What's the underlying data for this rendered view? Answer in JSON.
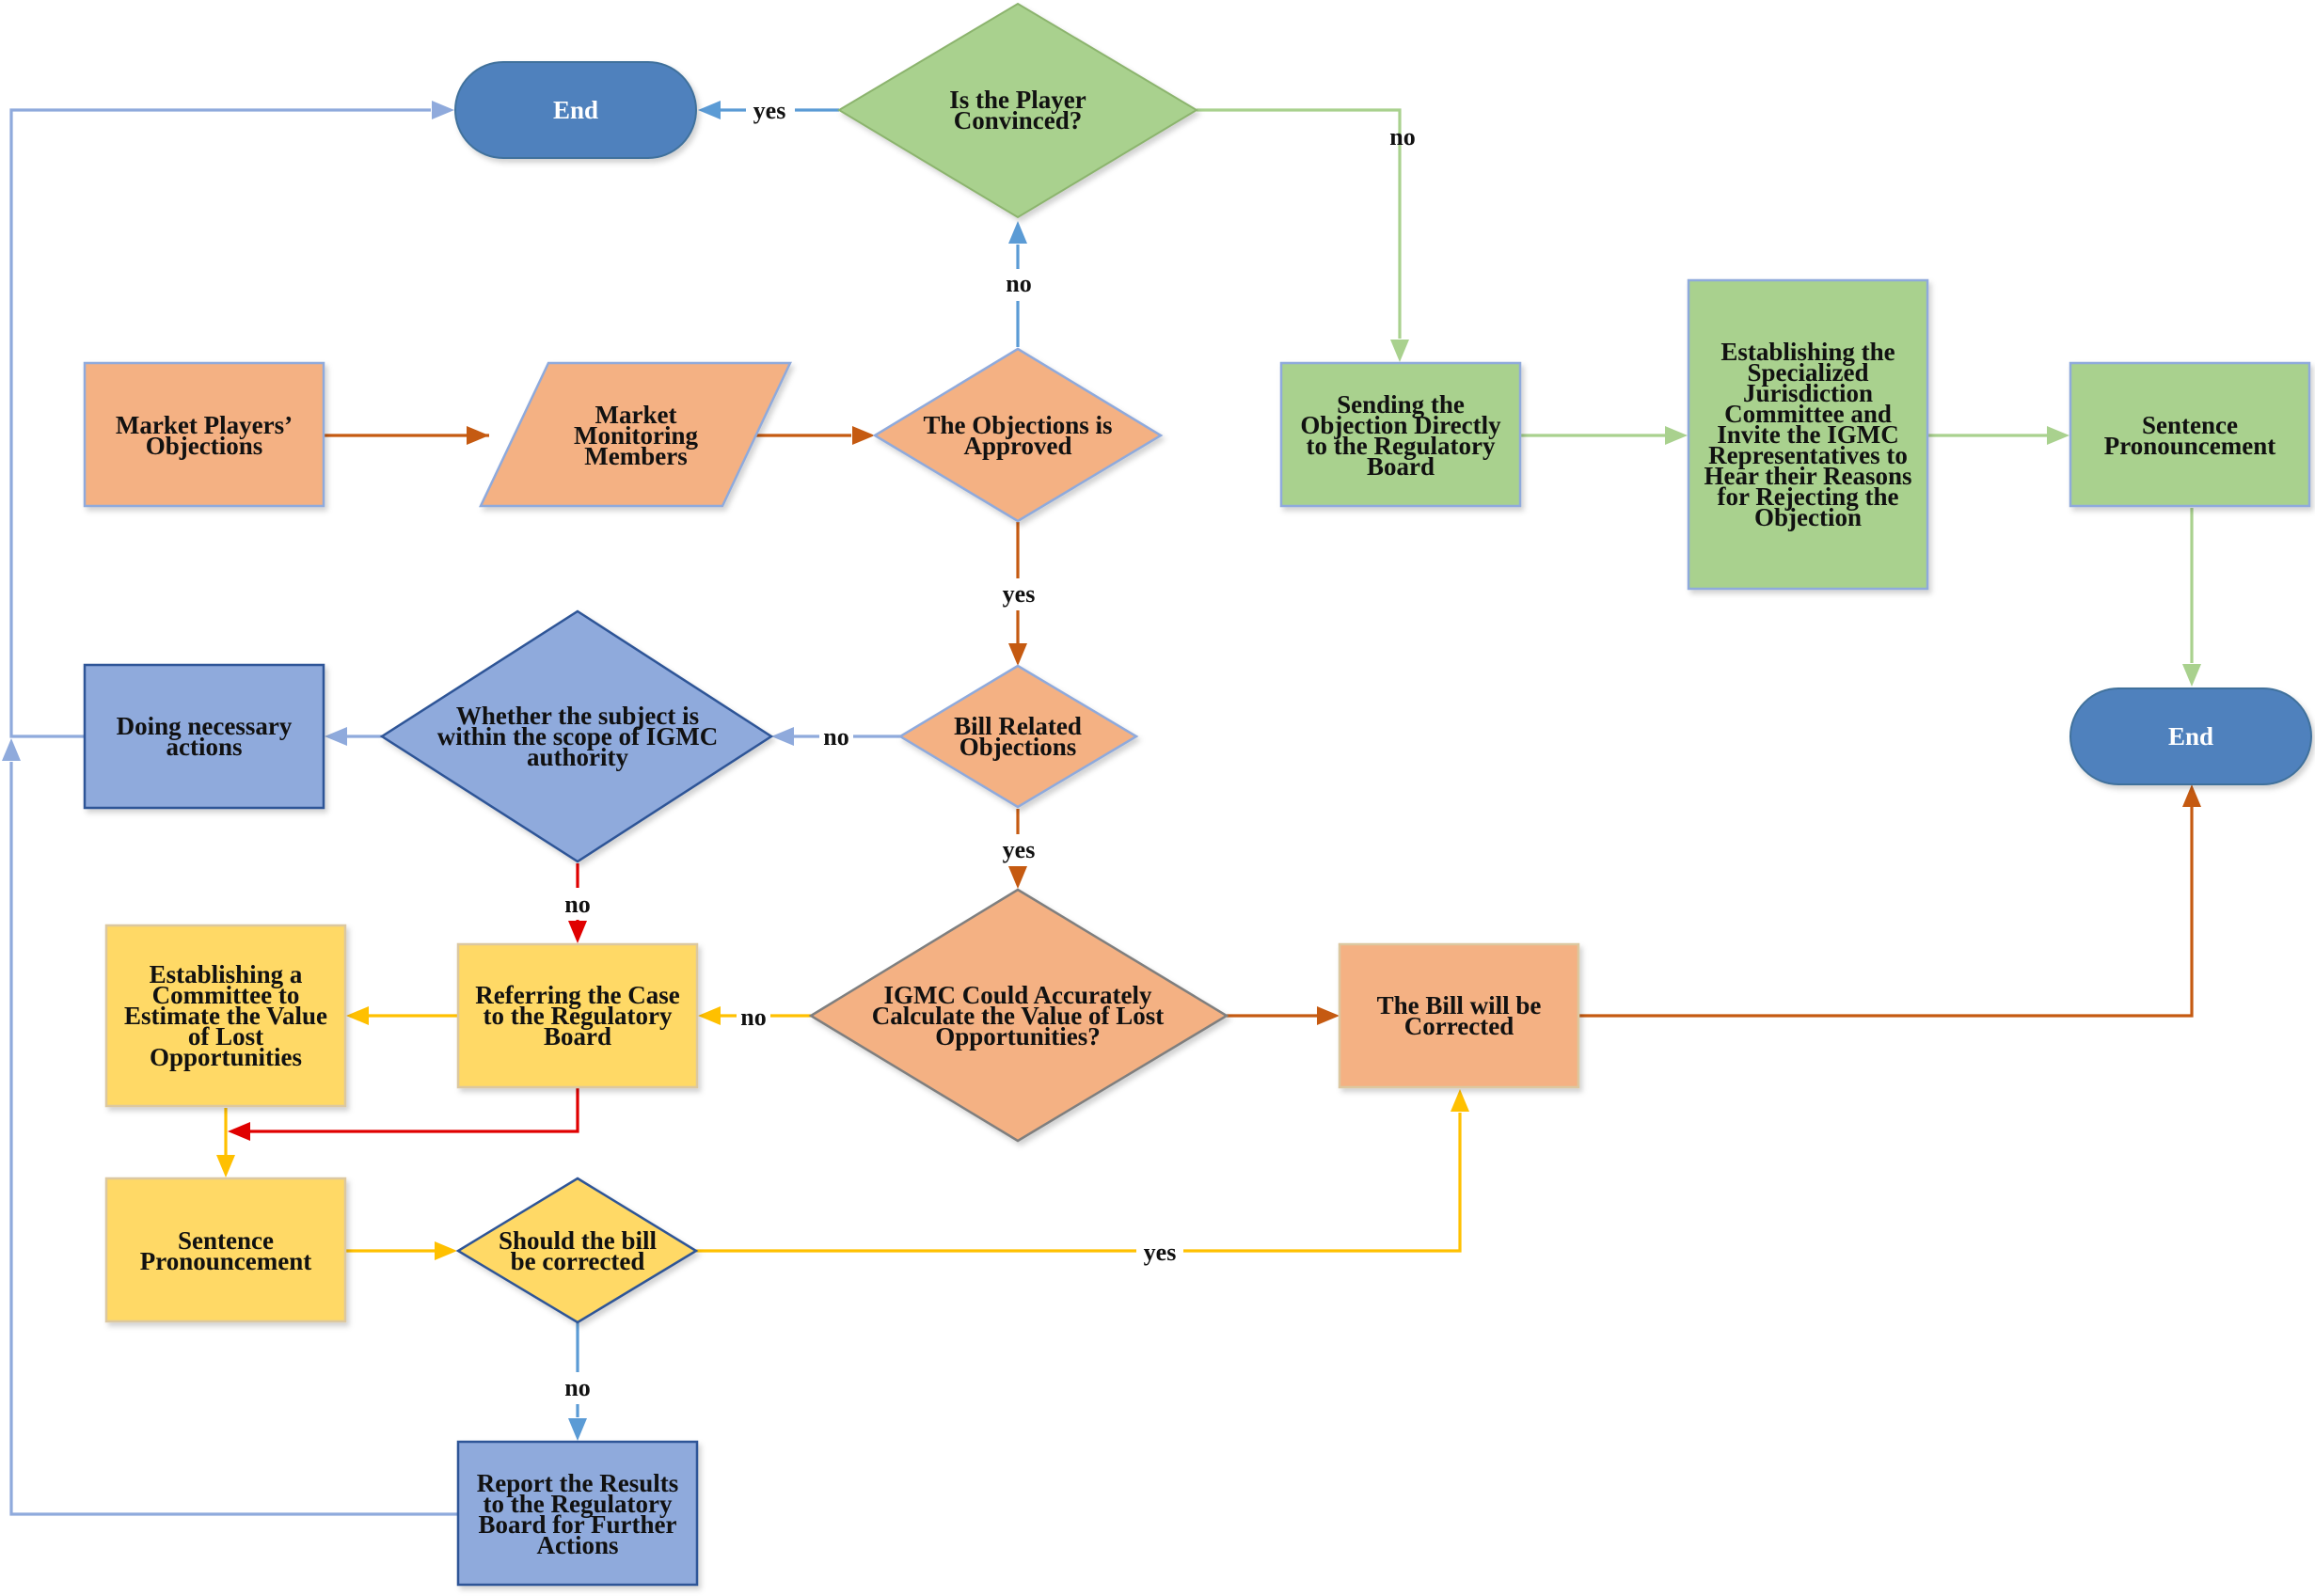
{
  "colors": {
    "orange_fill": "#F4B183",
    "green_fill": "#A9D18E",
    "blue_fill": "#8FAADC",
    "yellow_fill": "#FFD966",
    "terminal_fill": "#4F81BD",
    "orange_edge": "#C55A11",
    "green_edge": "#A9D18E",
    "blue_edge": "#8FAADC",
    "yellow_edge": "#FFC000",
    "red_edge": "#E00000",
    "sky_edge": "#5B9BD5"
  },
  "nodes": {
    "end_top": {
      "lines": [
        "End"
      ]
    },
    "player_convinced": {
      "lines": [
        "Is the Player",
        "Convinced?"
      ]
    },
    "market_objections": {
      "lines": [
        "Market Players’",
        "Objections"
      ]
    },
    "market_monitoring": {
      "lines": [
        "Market",
        "Monitoring",
        "Members"
      ]
    },
    "objections_approved": {
      "lines": [
        "The Objections is",
        "Approved"
      ]
    },
    "sending_objection": {
      "lines": [
        "Sending the",
        "Objection Directly",
        "to the Regulatory",
        "Board"
      ]
    },
    "establishing_committee": {
      "lines": [
        "Establishing the",
        "Specialized",
        "Jurisdiction",
        "Committee and",
        "Invite the IGMC",
        "Representatives to",
        "Hear their Reasons",
        "for Rejecting the",
        "Objection"
      ]
    },
    "sentence_right": {
      "lines": [
        "Sentence",
        "Pronouncement"
      ]
    },
    "end_right": {
      "lines": [
        "End"
      ]
    },
    "doing_actions": {
      "lines": [
        "Doing necessary",
        "actions"
      ]
    },
    "scope_igmc": {
      "lines": [
        "Whether the subject is",
        "within the scope of IGMC",
        "authority"
      ]
    },
    "bill_related": {
      "lines": [
        "Bill Related",
        "Objections"
      ]
    },
    "estimate_committee": {
      "lines": [
        "Establishing a",
        "Committee to",
        "Estimate the Value",
        "of Lost",
        "Opportunities"
      ]
    },
    "referring_case": {
      "lines": [
        "Referring the Case",
        "to the Regulatory",
        "Board"
      ]
    },
    "igmc_calculate": {
      "lines": [
        "IGMC Could Accurately",
        "Calculate the Value of  Lost",
        "Opportunities?"
      ]
    },
    "bill_corrected": {
      "lines": [
        "The Bill will be",
        "Corrected"
      ]
    },
    "sentence_left": {
      "lines": [
        "Sentence",
        "Pronouncement"
      ]
    },
    "should_correct": {
      "lines": [
        "Should the bill",
        "be corrected"
      ]
    },
    "report_results": {
      "lines": [
        "Report the Results",
        "to the Regulatory",
        "Board for Further",
        "Actions"
      ]
    }
  },
  "edge_labels": {
    "convinced_yes": "yes",
    "convinced_no": "no",
    "approved_no": "no",
    "approved_yes": "yes",
    "bill_no": "no",
    "bill_yes": "yes",
    "scope_no": "no",
    "calc_no": "no",
    "correct_yes": "yes",
    "correct_no": "no"
  }
}
